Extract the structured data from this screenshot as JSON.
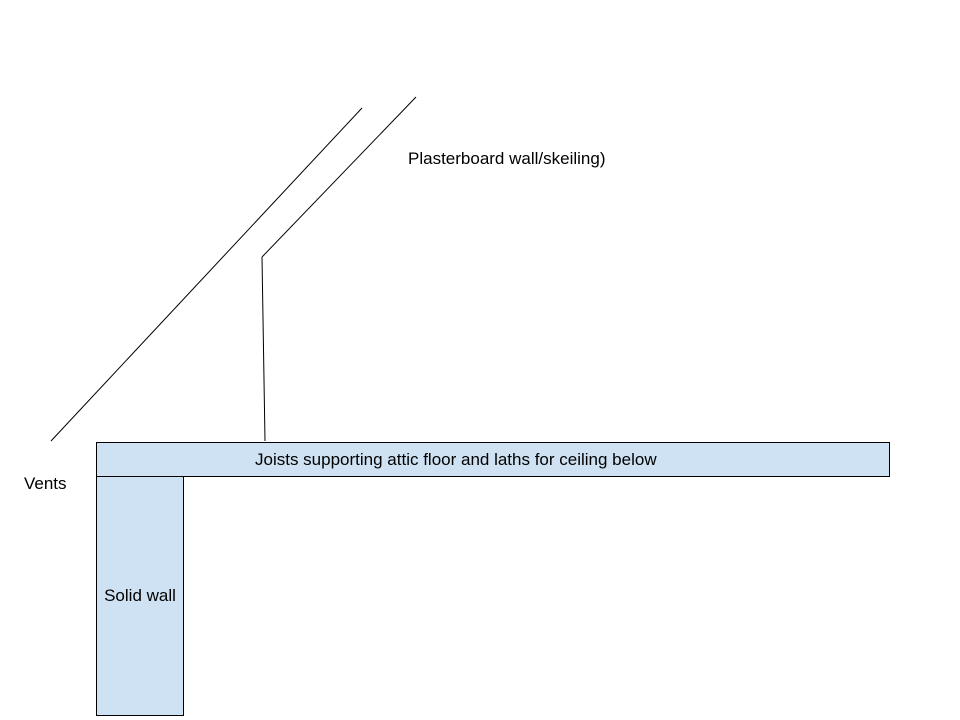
{
  "diagram": {
    "plasterboard_label": "Plasterboard wall/skeiling)",
    "joists_label": "Joists supporting attic floor and laths for ceiling below",
    "vents_label": "Vents",
    "solid_wall_label": "Solid wall"
  },
  "colors": {
    "box_fill": "#cfe2f3",
    "stroke": "#000000",
    "background": "#ffffff"
  }
}
